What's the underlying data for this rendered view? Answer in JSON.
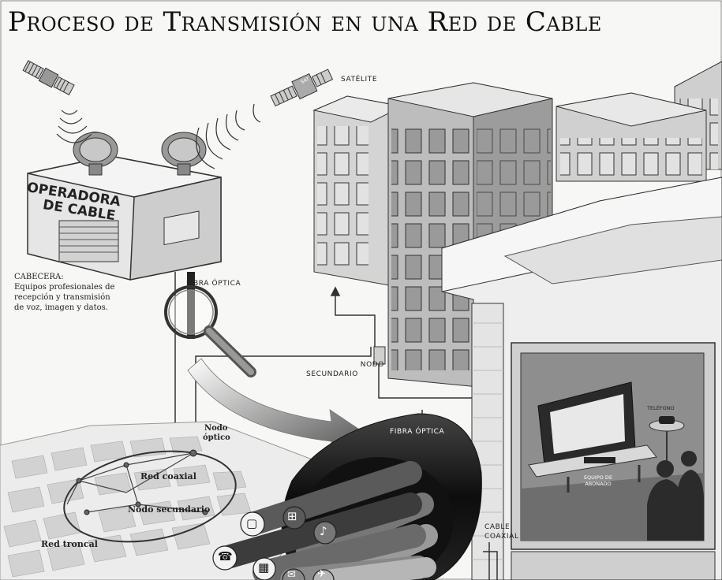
{
  "title": "Proceso de Transmisión en una Red de Cable",
  "building": {
    "line1": "OPERADORA",
    "line2": "DE CABLE"
  },
  "labels": {
    "satelite": "SATÉLITE",
    "sat_panel": "SAT",
    "fibra_optica_top": "FIBRA ÓPTICA",
    "nodo_secundario_line1": "NODO",
    "nodo_secundario_line2": "SECUNDARIO",
    "fibra_optica_cable": "FIBRA ÓPTICA",
    "cable_coaxial_line1": "CABLE",
    "cable_coaxial_line2": "COAXIAL",
    "telefono": "TELÉFONO",
    "equipo_line1": "EQUIPO DE",
    "equipo_line2": "ABONADO"
  },
  "cabecera": {
    "heading": "CABECERA:",
    "line1": "Equipos profesionales de",
    "line2": "recepción y transmisión",
    "line3": "de voz, imagen y datos."
  },
  "map_labels": {
    "nodo_optico_line1": "Nodo",
    "nodo_optico_line2": "óptico",
    "red_coaxial": "Red coaxial",
    "nodo_secundario": "Nodo secundario",
    "red_troncal": "Red troncal"
  },
  "cable_icons": [
    "tv-icon",
    "cart-icon",
    "music-note-icon",
    "phone-icon",
    "film-icon",
    "mail-icon",
    "airplane-icon"
  ],
  "colors": {
    "ink": "#222222",
    "cable_black": "#1a1a1a",
    "map_block": "#d6d6d6",
    "building": "#cfcfcf"
  }
}
